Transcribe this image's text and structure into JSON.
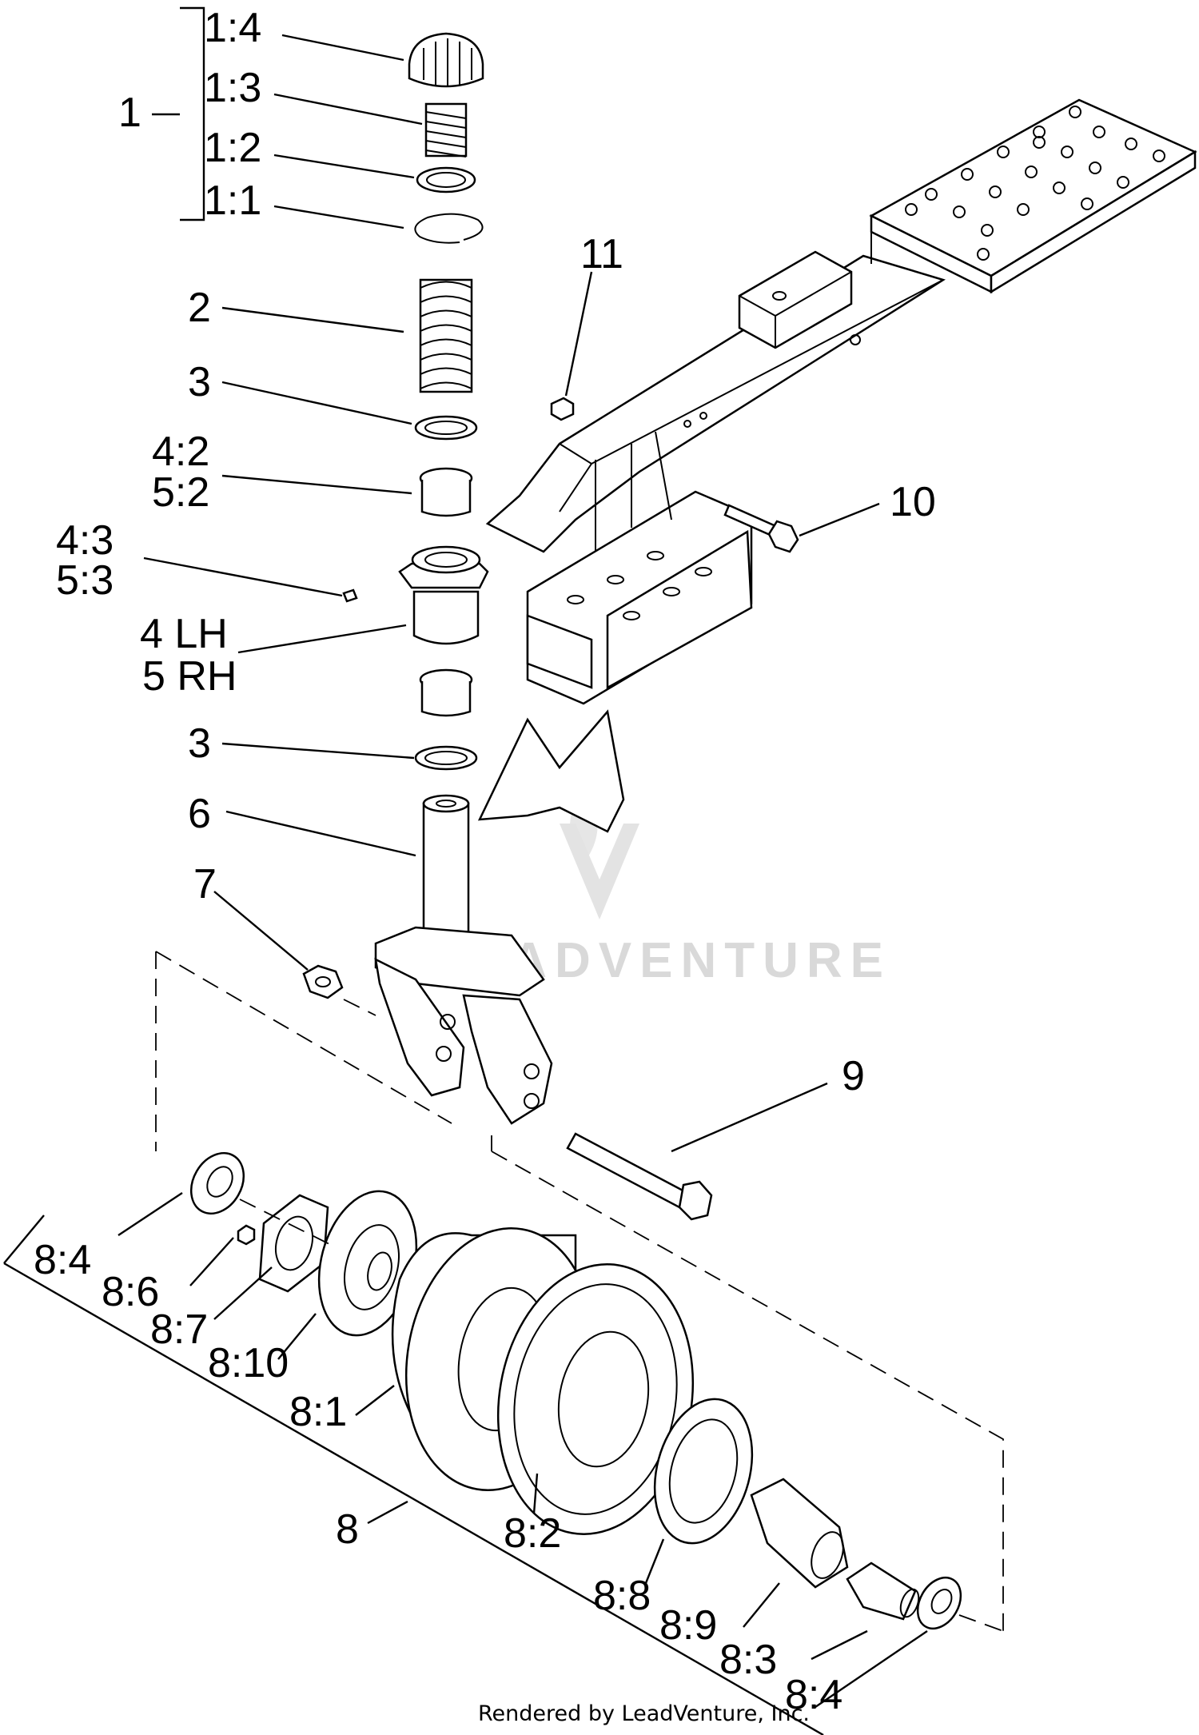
{
  "labels": {
    "l1": "1",
    "l1_4": "1:4",
    "l1_3": "1:3",
    "l1_2": "1:2",
    "l1_1": "1:1",
    "l2": "2",
    "l3a": "3",
    "l4_2": "4:2",
    "l5_2": "5:2",
    "l4_3": "4:3",
    "l5_3": "5:3",
    "l4lh": "4 LH",
    "l5rh": "5 RH",
    "l3b": "3",
    "l6": "6",
    "l7": "7",
    "l9": "9",
    "l10": "10",
    "l11": "11",
    "l8_4a": "8:4",
    "l8_6": "8:6",
    "l8_7": "8:7",
    "l8_10": "8:10",
    "l8_1": "8:1",
    "l8": "8",
    "l8_2": "8:2",
    "l8_8": "8:8",
    "l8_9": "8:9",
    "l8_3": "8:3",
    "l8_4b": "8:4"
  },
  "credit": "Rendered by LeadVenture, Inc.",
  "watermark": "LEADVENTURE",
  "colors": {
    "line": "#000000",
    "background": "#ffffff",
    "watermark": "#d9d9d9"
  }
}
